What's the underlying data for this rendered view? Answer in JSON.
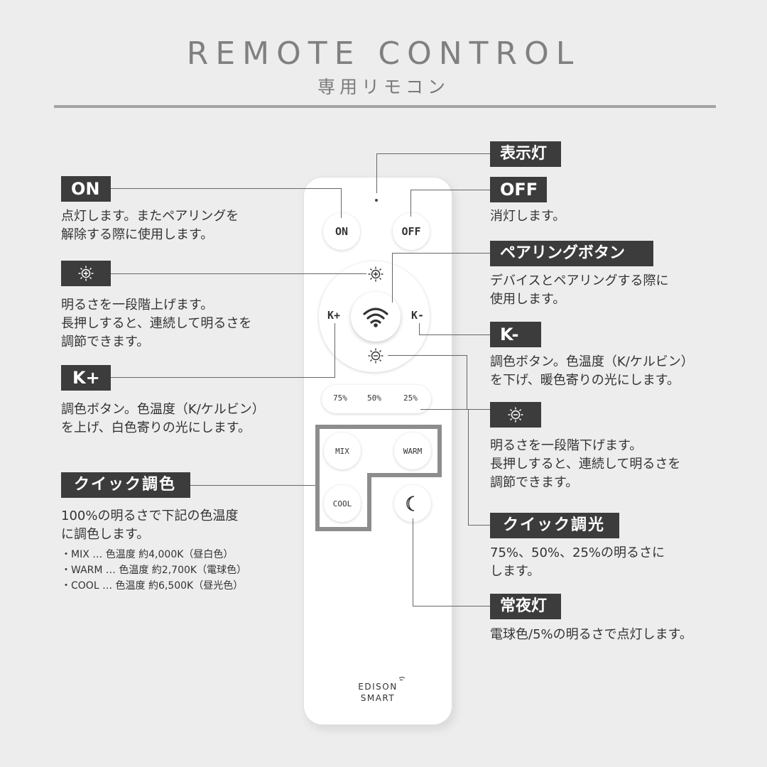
{
  "header": {
    "title": "REMOTE CONTROL",
    "subtitle": "専用リモコン"
  },
  "remote": {
    "btn_on": "ON",
    "btn_off": "OFF",
    "k_plus": "K+",
    "k_minus": "K-",
    "pct_75": "75%",
    "pct_50": "50%",
    "pct_25": "25%",
    "mix": "MIX",
    "warm": "WARM",
    "cool": "COOL",
    "brand_line1": "EDISON",
    "brand_line2": "SMART"
  },
  "callouts": {
    "indicator": {
      "label": "表示灯"
    },
    "on": {
      "label": "ON",
      "desc": "点灯します。またペアリングを\n解除する際に使用します。"
    },
    "off": {
      "label": "OFF",
      "desc": "消灯します。"
    },
    "pairing": {
      "label": "ペアリングボタン",
      "desc": "デバイスとペアリングする際に\n使用します。"
    },
    "bright_up": {
      "icon": "brightness-up-icon",
      "desc": "明るさを一段階上げます。\n長押しすると、連続して明るさを\n調節できます。"
    },
    "k_minus": {
      "label": "K-",
      "desc": "調色ボタン。色温度（K/ケルビン）\nを下げ、暖色寄りの光にします。"
    },
    "k_plus": {
      "label": "K+",
      "desc": "調色ボタン。色温度（K/ケルビン）\nを上げ、白色寄りの光にします。"
    },
    "bright_down": {
      "icon": "brightness-down-icon",
      "desc": "明るさを一段階下げます。\n長押しすると、連続して明るさを\n調節できます。"
    },
    "quick_color": {
      "label": "クイック調色",
      "desc": "100%の明るさで下記の色温度\nに調色します。",
      "items": [
        "・MIX … 色温度 約4,000K（昼白色）",
        "・WARM … 色温度 約2,700K（電球色）",
        "・COOL … 色温度 約6,500K（昼光色）"
      ]
    },
    "quick_dim": {
      "label": "クイック調光",
      "desc": "75%、50%、25%の明るさに\nします。"
    },
    "night": {
      "label": "常夜灯",
      "desc": "電球色/5%の明るさで点灯します。"
    }
  }
}
